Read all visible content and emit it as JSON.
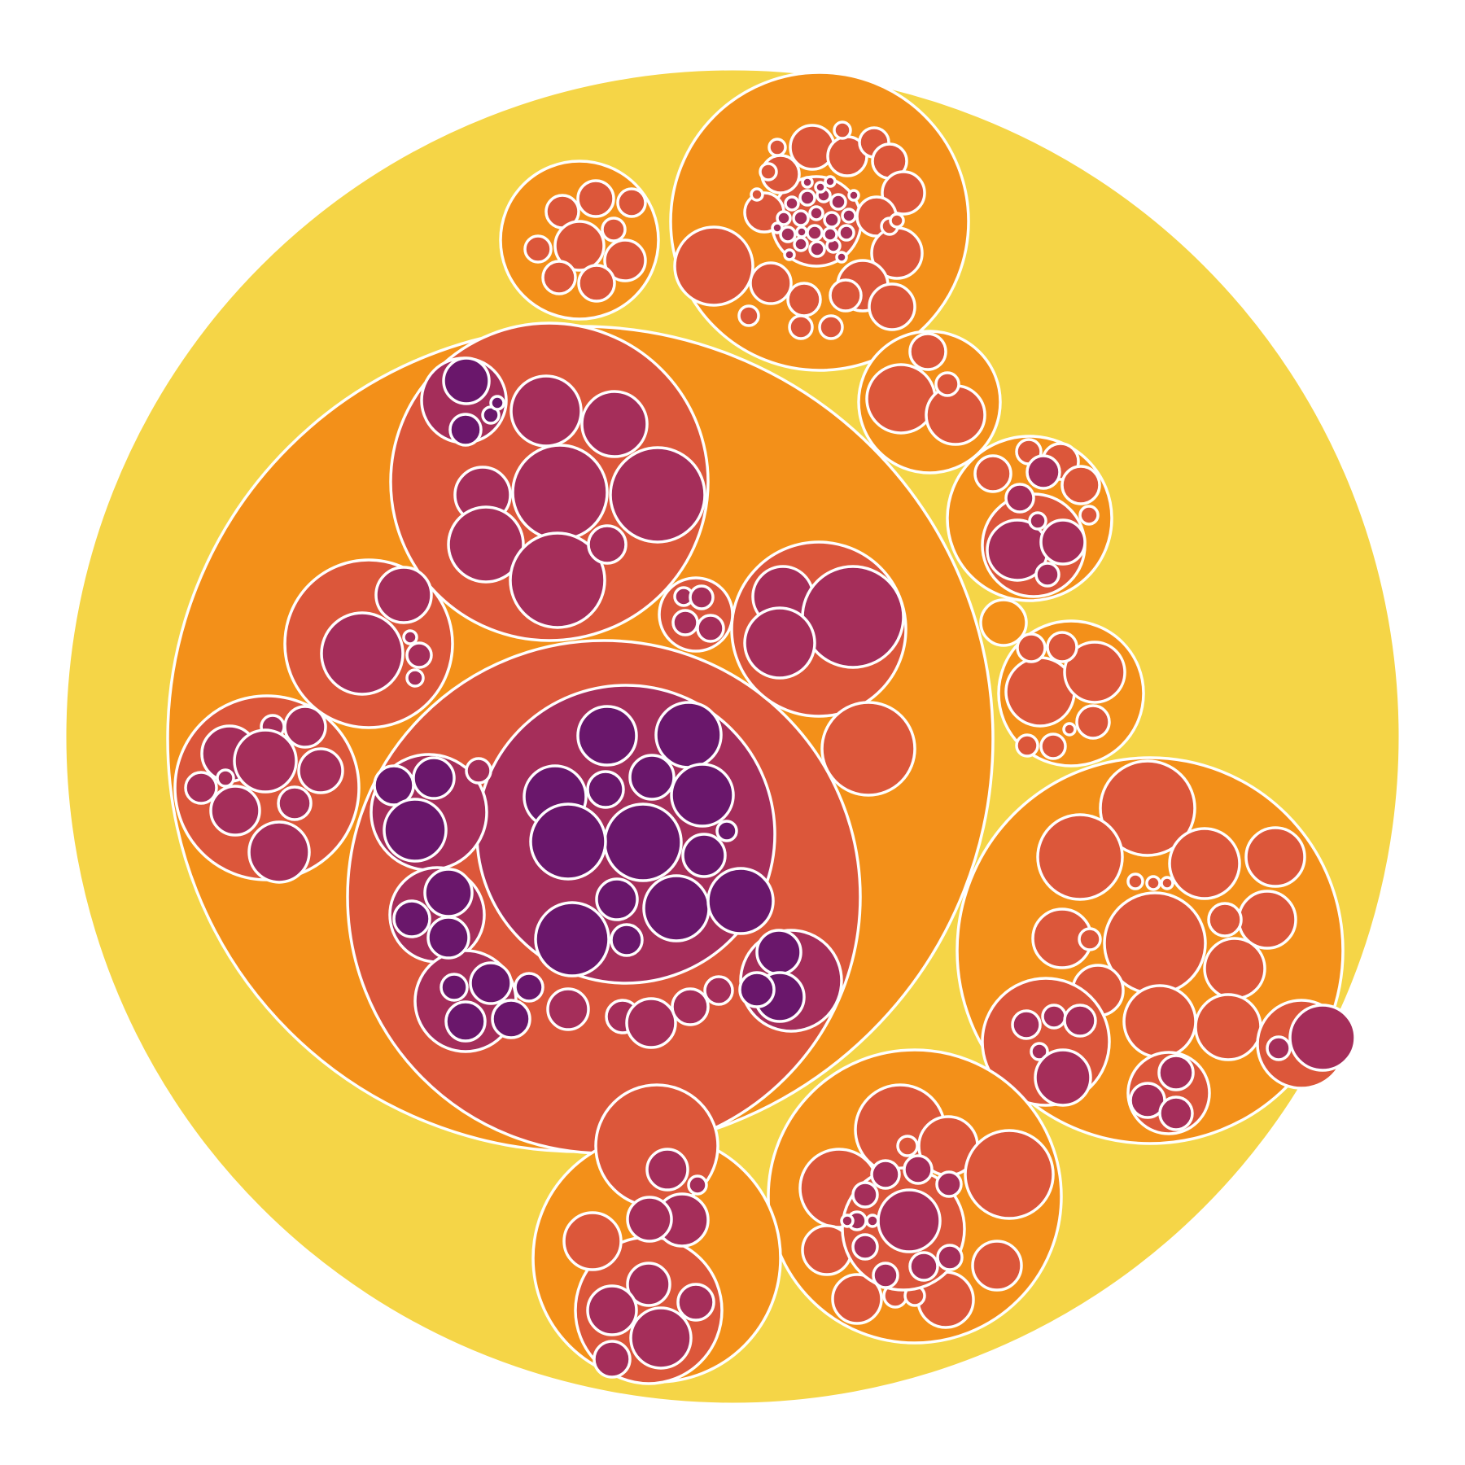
{
  "palette": {
    "depth0": "#f5d547",
    "depth1": "#f39019",
    "depth2": "#dc573a",
    "depth3": "#a52e5a",
    "depth4": "#6a176b",
    "stroke": "#ffffff",
    "background": "#ffffff"
  },
  "chart_data": {
    "type": "circle-packing",
    "title": "",
    "labels_shown": false,
    "depth_levels": 5,
    "top_level_group_count": 11
  }
}
